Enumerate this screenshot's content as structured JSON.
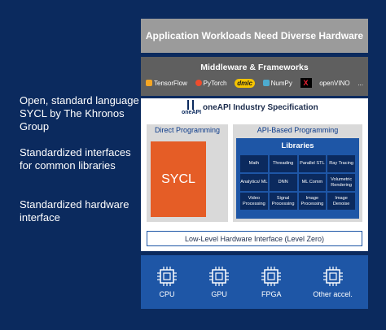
{
  "left_points": [
    "Open, standard language SYCL by The Khronos Group",
    "Standardized interfaces for common libraries",
    "Standardized hardware interface"
  ],
  "header": "Application Workloads Need Diverse Hardware",
  "middleware": {
    "title": "Middleware & Frameworks",
    "logos": [
      "TensorFlow",
      "PyTorch",
      "dmlc",
      "NumPy",
      "X",
      "openVINO",
      "..."
    ]
  },
  "spec": {
    "logo_text": "oneAPI",
    "title": "oneAPI Industry Specification",
    "direct_programming": "Direct Programming",
    "sycl": "SYCL",
    "api_based": "API-Based Programming",
    "libraries_title": "Libraries",
    "libraries": [
      "Math",
      "Threading",
      "Parallel STL",
      "Ray Tracing",
      "Analytics/ ML",
      "DNN",
      "ML Comm",
      "Volumetric Rendering",
      "Video Processing",
      "Signal Processing",
      "Image Processing",
      "Image Denoise"
    ],
    "low_level": "Low-Level Hardware Interface (Level Zero)"
  },
  "hardware": [
    "CPU",
    "GPU",
    "FPGA",
    "Other accel."
  ],
  "colors": {
    "background": "#0b2a5e",
    "header_gray": "#9b9b9b",
    "middleware_gray": "#5f5f5f",
    "sycl_orange": "#e55d26",
    "library_blue": "#1e56a6"
  }
}
